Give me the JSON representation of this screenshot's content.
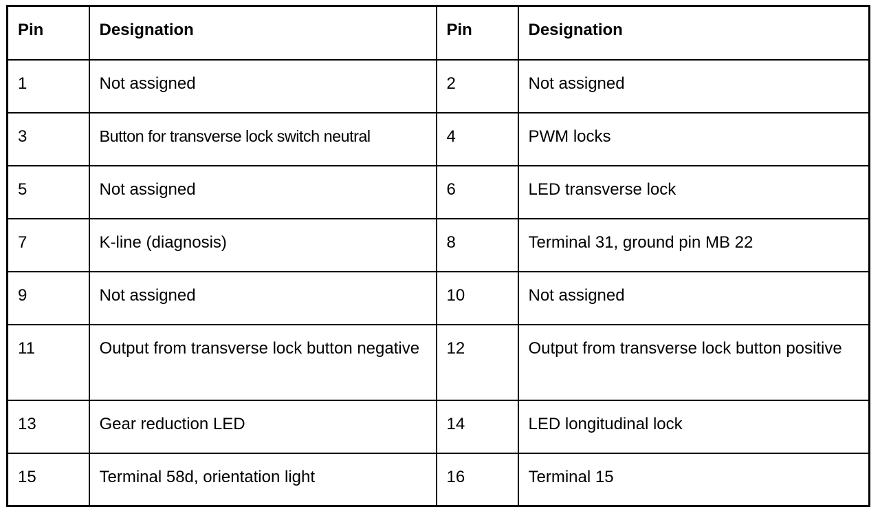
{
  "table": {
    "headers": [
      "Pin",
      "Designation",
      "Pin",
      "Designation"
    ],
    "rows": [
      {
        "pin_a": "1",
        "designation_a": "Not assigned",
        "pin_b": "2",
        "designation_b": "Not assigned"
      },
      {
        "pin_a": "3",
        "designation_a": "Button for transverse lock switch neutral",
        "pin_b": "4",
        "designation_b": "PWM locks"
      },
      {
        "pin_a": "5",
        "designation_a": "Not assigned",
        "pin_b": "6",
        "designation_b": "LED transverse lock"
      },
      {
        "pin_a": "7",
        "designation_a": "K-line (diagnosis)",
        "pin_b": "8",
        "designation_b": "Terminal 31, ground pin MB 22"
      },
      {
        "pin_a": "9",
        "designation_a": "Not assigned",
        "pin_b": "10",
        "designation_b": "Not assigned"
      },
      {
        "pin_a": "11",
        "designation_a": "Output from transverse lock button negative",
        "pin_b": "12",
        "designation_b": "Output from transverse lock button positive"
      },
      {
        "pin_a": "13",
        "designation_a": "Gear reduction LED",
        "pin_b": "14",
        "designation_b": "LED longitudinal lock"
      },
      {
        "pin_a": "15",
        "designation_a": "Terminal 58d, orientation light",
        "pin_b": "16",
        "designation_b": "Terminal 15"
      }
    ]
  }
}
